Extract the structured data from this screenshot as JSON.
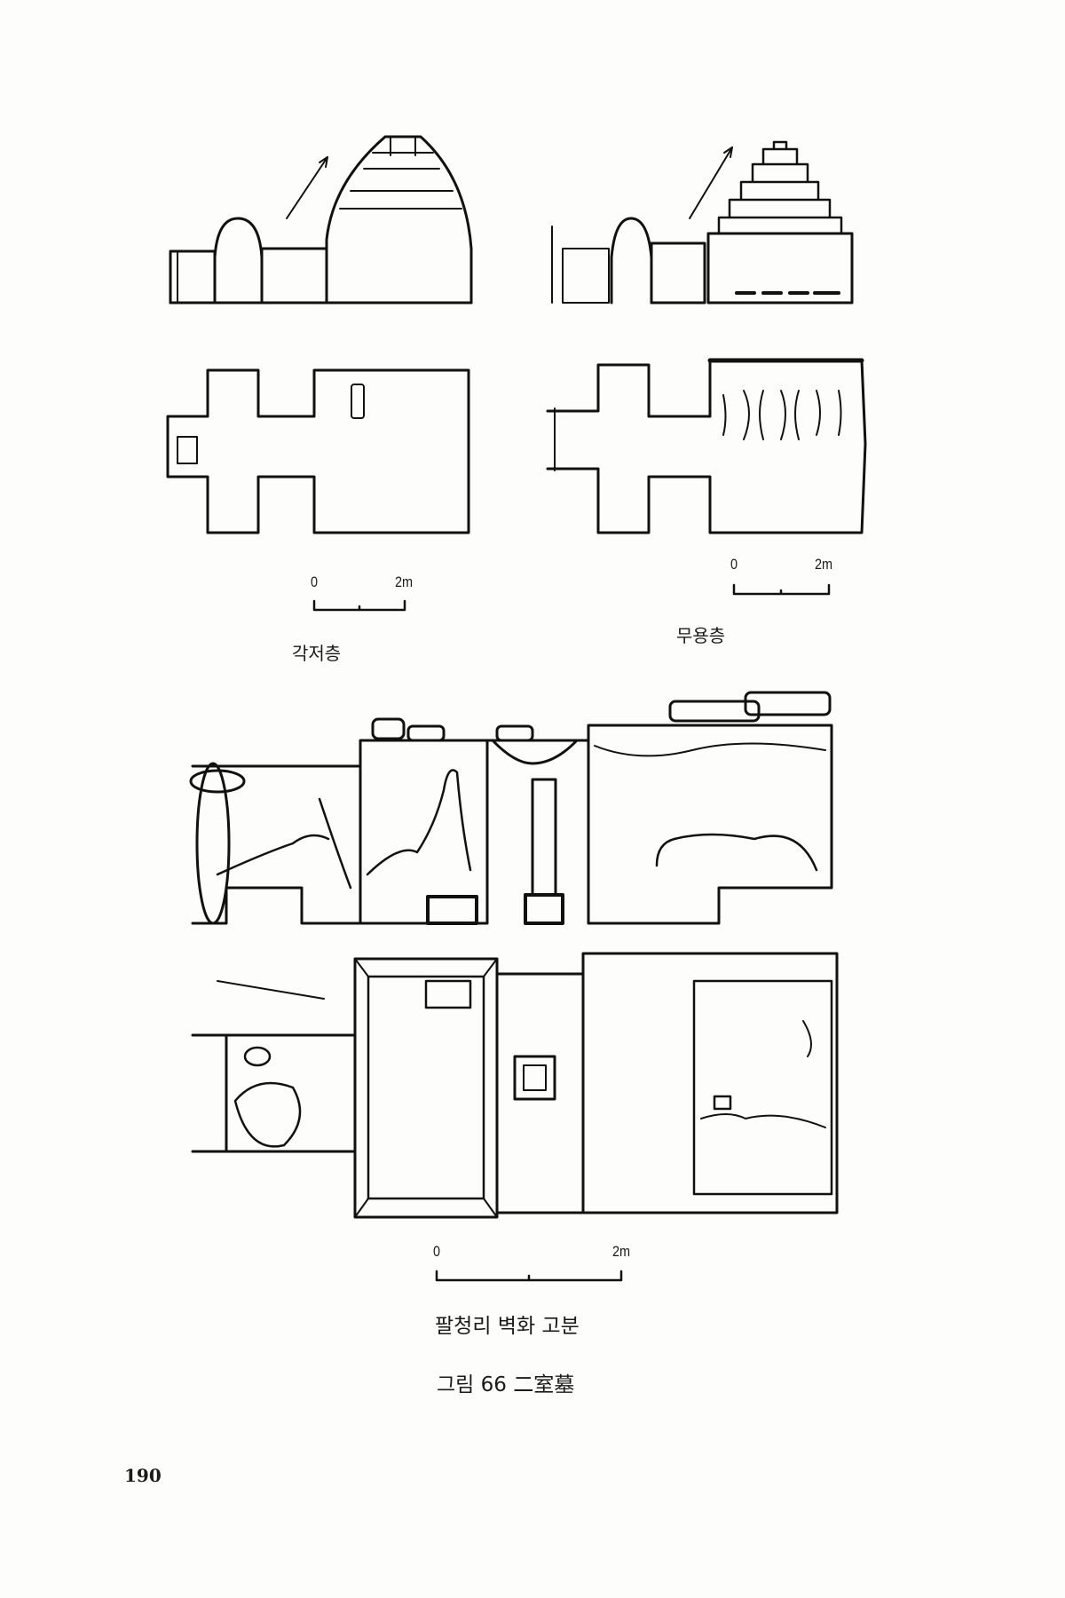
{
  "figures": {
    "top_left": {
      "label": "각저층",
      "scale_start": "0",
      "scale_end": "2m"
    },
    "top_right": {
      "label": "무용층",
      "scale_start": "0",
      "scale_end": "2m"
    },
    "bottom": {
      "label": "팔청리 벽화 고분",
      "scale_start": "0",
      "scale_end": "2m"
    }
  },
  "caption": "그림 66 二室墓",
  "page_number": "190"
}
